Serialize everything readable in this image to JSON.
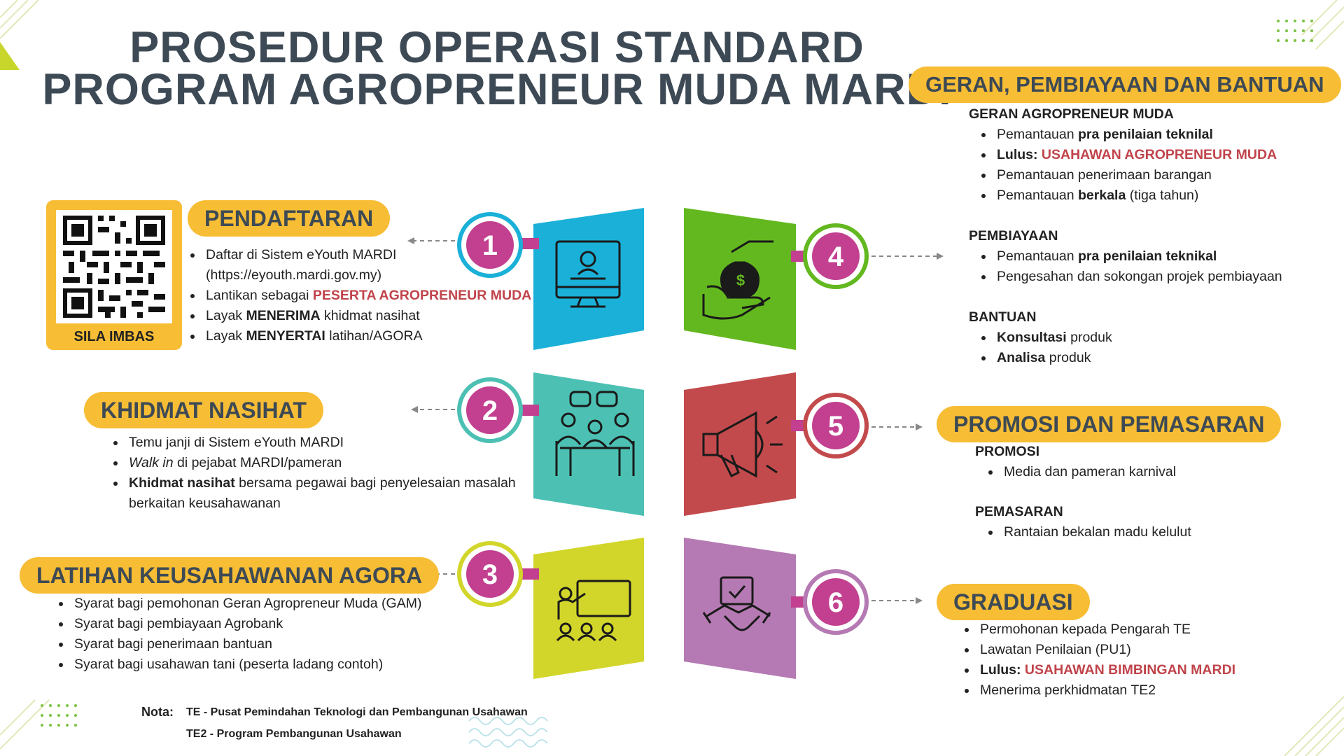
{
  "title": {
    "line1": "PROSEDUR OPERASI STANDARD",
    "line2": "PROGRAM AGROPRENEUR MUDA MARDI"
  },
  "colors": {
    "pill": "#f7bd35",
    "title": "#3d4a55",
    "accent_red": "#c0444b",
    "step_circle": "#c2408f",
    "panel1": "#1ab0d8",
    "panel2": "#4cc0b3",
    "panel3": "#d2d62b",
    "panel4": "#63b81f",
    "panel5": "#c34a4c",
    "panel6": "#b57ab3"
  },
  "steps": [
    {
      "number": "1",
      "icon": "monitor-profile-icon"
    },
    {
      "number": "2",
      "icon": "meeting-discussion-icon"
    },
    {
      "number": "3",
      "icon": "training-presentation-icon"
    },
    {
      "number": "4",
      "icon": "money-bag-hand-icon"
    },
    {
      "number": "5",
      "icon": "megaphone-icon"
    },
    {
      "number": "6",
      "icon": "handshake-approval-icon"
    }
  ],
  "qr": {
    "label": "SILA IMBAS"
  },
  "pendaftaran": {
    "title": "PENDAFTARAN",
    "item1": "Daftar di Sistem eYouth MARDI (https://eyouth.mardi.gov.my)",
    "item2_prefix": "Lantikan sebagai ",
    "item2_red": "PESERTA AGROPRENEUR MUDA",
    "item3_prefix": "Layak ",
    "item3_bold": "MENERIMA",
    "item3_suffix": " khidmat nasihat",
    "item4_prefix": "Layak ",
    "item4_bold": "MENYERTAI",
    "item4_suffix": " latihan/AGORA"
  },
  "khidmat": {
    "title": "KHIDMAT NASIHAT",
    "item1": "Temu janji  di Sistem eYouth MARDI",
    "item2_italic": "Walk in",
    "item2_suffix": " di pejabat MARDI/pameran",
    "item3_bold": "Khidmat nasihat",
    "item3_suffix": " bersama pegawai bagi penyelesaian masalah berkaitan keusahawanan"
  },
  "latihan": {
    "title": "LATIHAN KEUSAHAWANAN AGORA",
    "items": [
      "Syarat bagi pemohonan Geran Agropreneur Muda (GAM)",
      "Syarat bagi pembiayaan Agrobank",
      "Syarat bagi penerimaan bantuan",
      "Syarat bagi usahawan tani (peserta ladang contoh)"
    ]
  },
  "geran": {
    "title": "GERAN, PEMBIAYAAN DAN BANTUAN",
    "sub1": "GERAN AGROPRENEUR MUDA",
    "g1_prefix": "Pemantauan ",
    "g1_bold": "pra penilaian teknilal",
    "g2_bold": "Lulus: ",
    "g2_red": "USAHAWAN AGROPRENEUR MUDA",
    "g3": "Pemantauan penerimaan barangan",
    "g4_prefix": "Pemantauan ",
    "g4_bold": "berkala",
    "g4_suffix": " (tiga tahun)",
    "sub2": "PEMBIAYAAN",
    "p1_prefix": "Pemantauan ",
    "p1_bold": "pra penilaian teknikal",
    "p2": "Pengesahan dan sokongan  projek pembiayaan",
    "sub3": "BANTUAN",
    "b1_bold": "Konsultasi",
    "b1_suffix": " produk",
    "b2_bold": "Analisa",
    "b2_suffix": " produk"
  },
  "promosi": {
    "title": "PROMOSI DAN PEMASARAN",
    "sub1": "PROMOSI",
    "item1": "Media dan pameran karnival",
    "sub2": "PEMASARAN",
    "item2": "Rantaian bekalan madu kelulut"
  },
  "graduasi": {
    "title": "GRADUASI",
    "item1": "Permohonan kepada Pengarah TE",
    "item2": "Lawatan Penilaian (PU1)",
    "item3_bold": "Lulus: ",
    "item3_red": "USAHAWAN BIMBINGAN MARDI",
    "item4": "Menerima perkhidmatan TE2"
  },
  "nota": {
    "label": "Nota:",
    "line1": "TE - Pusat Pemindahan Teknologi dan Pembangunan Usahawan",
    "line2": "TE2 - Program Pembangunan Usahawan"
  }
}
